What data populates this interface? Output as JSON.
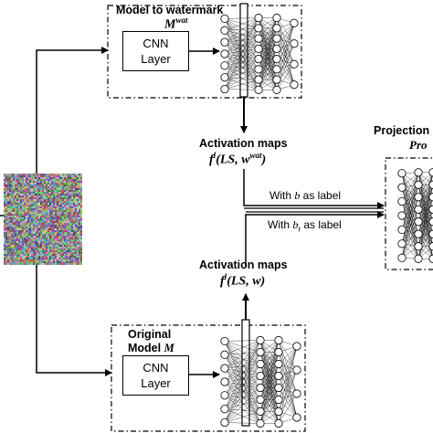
{
  "top_model": {
    "title": "Model to watermark",
    "symbol": "M",
    "superscript": "wat",
    "cnn_line1": "CNN",
    "cnn_line2": "Layer"
  },
  "bottom_model": {
    "title_line1": "Original",
    "title_line2": "Model",
    "symbol": "M",
    "cnn_line1": "CNN",
    "cnn_line2": "Layer"
  },
  "activation_top": {
    "label": "Activation maps",
    "func": "f",
    "sup": "l",
    "args": "(LS, w",
    "args_sup": "wat",
    "close": ")"
  },
  "activation_bottom": {
    "label": "Activation maps",
    "func": "f",
    "sup": "l",
    "args": "(LS, w)"
  },
  "arrows": {
    "with_b_pre": "With ",
    "with_b_var": "b",
    "with_b_post": " as label",
    "with_br_pre": "With ",
    "with_br_var": "b",
    "with_br_sub": "r",
    "with_br_post": " as label"
  },
  "projection": {
    "title": "Projection",
    "subtitle": "Pro"
  },
  "colors": {
    "line": "#000000",
    "box_dash": "#000000",
    "noise_base": "#7a7a7a"
  }
}
